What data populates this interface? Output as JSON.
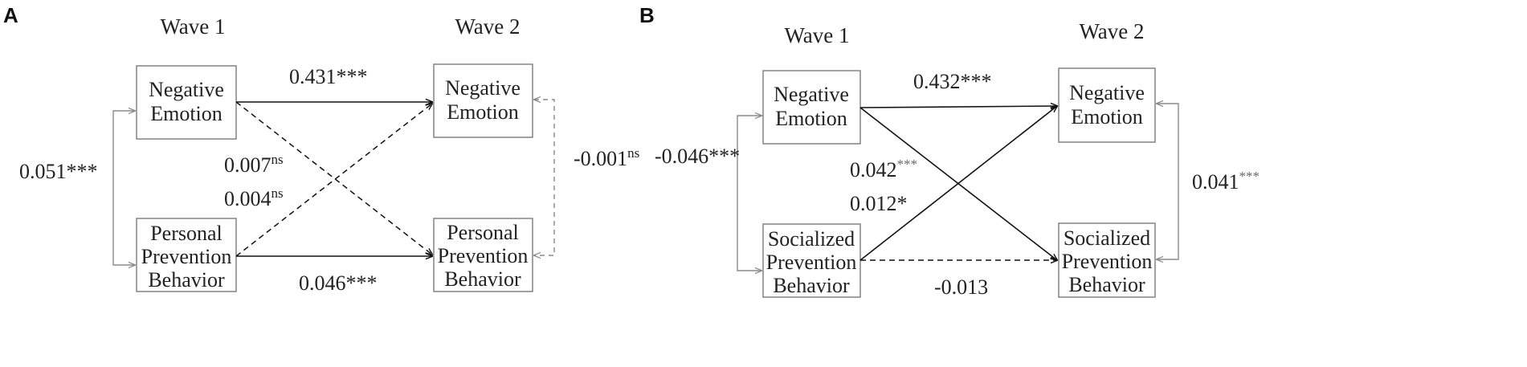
{
  "panel_a": {
    "letter": "A",
    "wave1": "Wave 1",
    "wave2": "Wave 2",
    "w1_top": [
      "Negative",
      "Emotion"
    ],
    "w1_bottom": [
      "Personal",
      "Prevention",
      "Behavior"
    ],
    "w2_top": [
      "Negative",
      "Emotion"
    ],
    "w2_bottom": [
      "Personal",
      "Prevention",
      "Behavior"
    ],
    "coef_top": "0.431***",
    "coef_bottom": "0.046***",
    "coef_cross1": "0.007",
    "coef_cross1_sup": "ns",
    "coef_cross2": "0.004",
    "coef_cross2_sup": "ns",
    "coef_left": "0.051***",
    "coef_right": "-0.001",
    "coef_right_sup": "ns"
  },
  "panel_b": {
    "letter": "B",
    "wave1": "Wave 1",
    "wave2": "Wave 2",
    "w1_top": [
      "Negative",
      "Emotion"
    ],
    "w1_bottom": [
      "Socialized",
      "Prevention",
      "Behavior"
    ],
    "w2_top": [
      "Negative",
      "Emotion"
    ],
    "w2_bottom": [
      "Socialized",
      "Prevention",
      "Behavior"
    ],
    "coef_top": "0.432***",
    "coef_bottom": "-0.013",
    "coef_cross1": "0.042",
    "coef_cross1_sup": "***",
    "coef_cross2": "0.012*",
    "coef_left": "-0.046***",
    "coef_right": "0.041",
    "coef_right_sup": "***"
  }
}
